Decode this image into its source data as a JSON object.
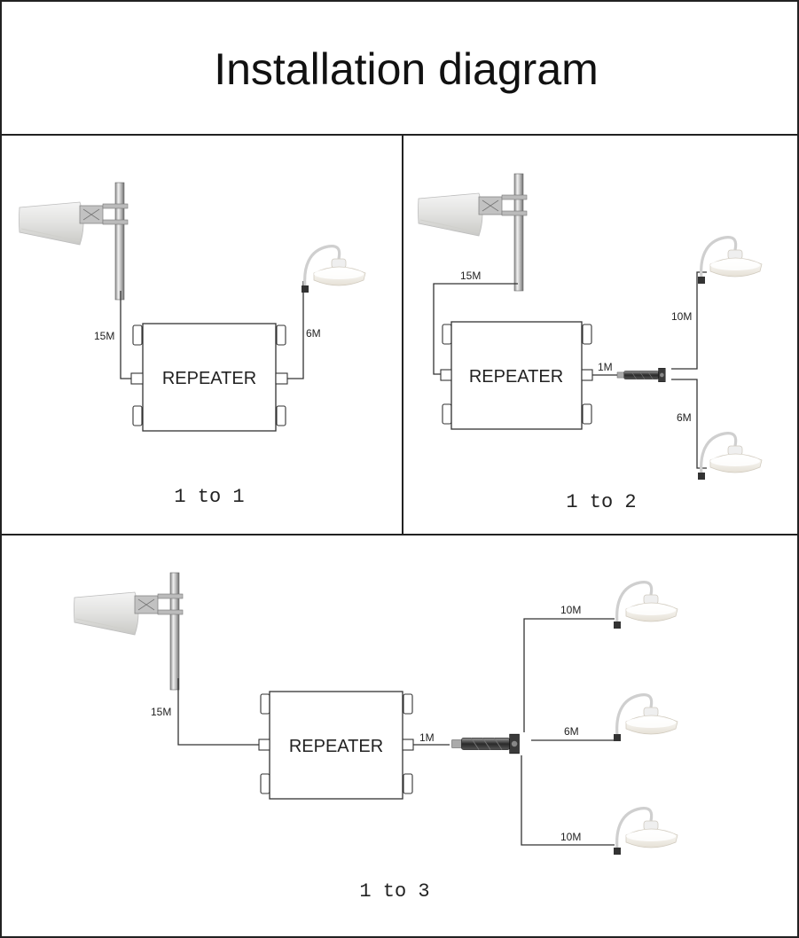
{
  "title": "Installation diagram",
  "device_label": "REPEATER",
  "panels": {
    "one_to_one": {
      "caption": "1 to 1",
      "cable_outdoor": "15M",
      "cable_indoor": "6M"
    },
    "one_to_two": {
      "caption": "1 to 2",
      "cable_outdoor": "15M",
      "cable_splitter": "1M",
      "cable_indoor_top": "10M",
      "cable_indoor_bottom": "6M"
    },
    "one_to_three": {
      "caption": "1 to 3",
      "cable_outdoor": "15M",
      "cable_splitter": "1M",
      "cable_indoor_top": "10M",
      "cable_indoor_middle": "6M",
      "cable_indoor_bottom": "10M"
    }
  }
}
